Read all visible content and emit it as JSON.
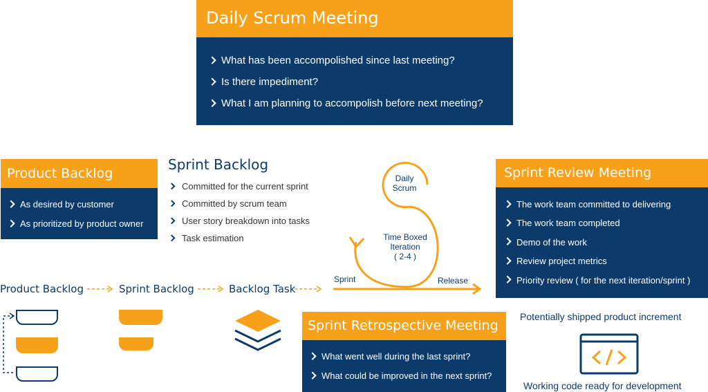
{
  "colors": {
    "orange": "#F7A11A",
    "navy": "#0B3A6B"
  },
  "daily_scrum": {
    "title": "Daily Scrum Meeting",
    "items": [
      "What has been accompolished since last meeting?",
      "Is there impediment?",
      "What I am planning to accompolish before next meeting?"
    ]
  },
  "product_backlog": {
    "title": "Product Backlog",
    "items": [
      "As desired by customer",
      "As prioritized by product owner"
    ]
  },
  "sprint_backlog": {
    "title": "Sprint Backlog",
    "items": [
      "Committed for the current sprint",
      "Committed by scrum team",
      "User story breakdown into tasks",
      "Task estimation"
    ]
  },
  "sprint_review": {
    "title": "Sprint Review Meeting",
    "items": [
      "The work team committed to delivering",
      "The work team completed",
      "Demo of the work",
      "Review project metrics",
      "Priority review ( for the next iteration/sprint )"
    ]
  },
  "sprint_retro": {
    "title": "Sprint Retrospective Meeting",
    "items": [
      "What went well during the last sprint?",
      "What could be improved in the next sprint?"
    ]
  },
  "flow": {
    "product_backlog": "Product Backlog",
    "sprint_backlog": "Sprint Backlog",
    "backlog_task": "Backlog Task"
  },
  "cycle": {
    "daily_line1": "Daily",
    "daily_line2": "Scrum",
    "timeboxed_line1": "Time Boxed",
    "timeboxed_line2": "Iteration",
    "timeboxed_line3": "( 2-4 )",
    "sprint": "Sprint",
    "release": "Release"
  },
  "increment": {
    "top_text": "Potentially shipped product increment",
    "bottom_text": "Working code ready for development",
    "icon": "code-icon"
  }
}
